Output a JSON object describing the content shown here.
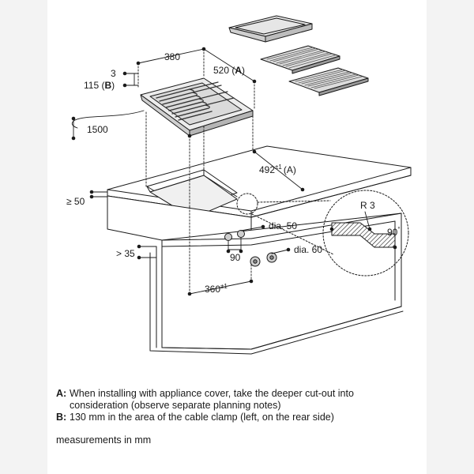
{
  "dimensions": {
    "width_380": "380",
    "depth_520": "520 (",
    "depth_520_suffix": "A",
    "depth_520_close": ")",
    "edge_3": "3",
    "height_115": "115 (",
    "height_115_suffix": "B",
    "height_115_close": ")",
    "cable_1500": "1500",
    "cutout_492": "492",
    "cutout_492_sup": "±1",
    "cutout_492_suffix": "(A)",
    "dist_50": "≥ 50",
    "dist_35": "> 35",
    "knob_90": "90",
    "dia_50": "dia. 50",
    "dia_60": "dia. 60",
    "cutout_360": "360",
    "cutout_360_sup": "±1",
    "radius_r3": "R 3",
    "angle_90": "90",
    "angle_90_sup": "°"
  },
  "notes": [
    {
      "key": "A:",
      "text": "When installing with appliance cover, take the deeper cut-out into consideration (observe separate planning notes)"
    },
    {
      "key": "B:",
      "text": "130 mm in the area of the cable clamp (left, on the rear side)"
    }
  ],
  "units_note": "measurements in mm"
}
